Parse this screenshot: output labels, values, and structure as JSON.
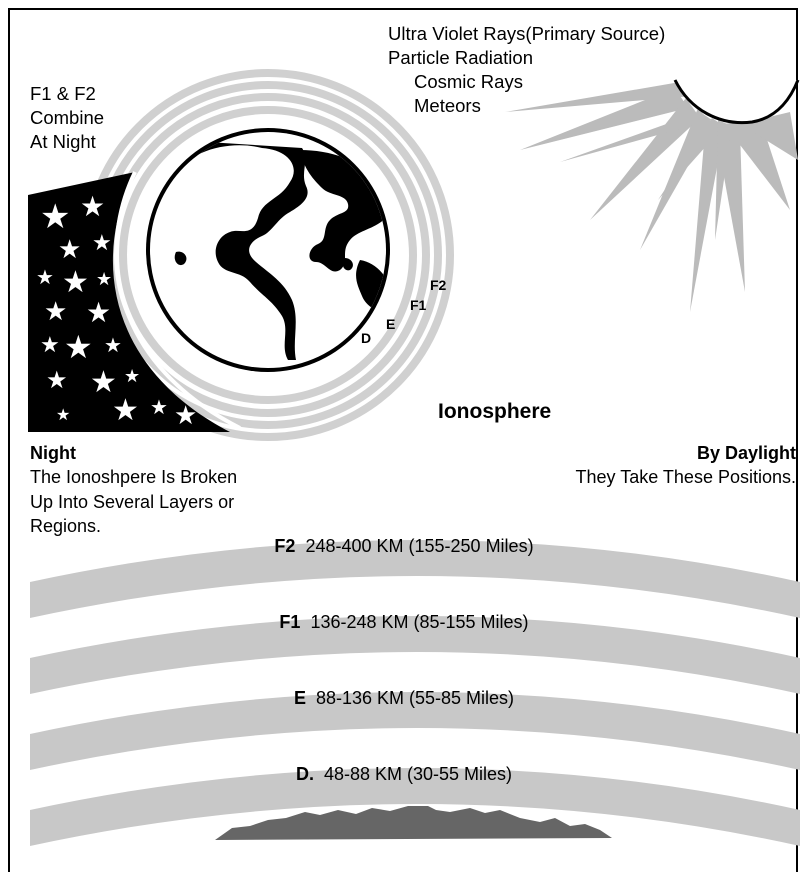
{
  "radiation_sources": [
    "Ultra Violet Rays(Primary Source)",
    "Particle Radiation",
    "Cosmic Rays",
    "Meteors"
  ],
  "night_combine": [
    "F1 & F2",
    "Combine",
    "At Night"
  ],
  "layer_markers": [
    "D",
    "E",
    "F1",
    "F2"
  ],
  "title": "Ionosphere",
  "night": {
    "heading": "Night",
    "lines": [
      "The Ionoshpere Is Broken",
      "Up Into Several Layers or",
      "Regions."
    ]
  },
  "daylight": {
    "heading": "By Daylight",
    "line": "They Take These Positions."
  },
  "bands": [
    {
      "name": "F2",
      "range": "248-400 KM (155-250 Miles)"
    },
    {
      "name": "F1",
      "range": "136-248 KM (85-155 Miles)"
    },
    {
      "name": "E",
      "range": "88-136 KM (55-85 Miles)"
    },
    {
      "name": "D.",
      "range": "48-88 KM (30-55 Miles)"
    }
  ],
  "colors": {
    "band": "#c8c8c8",
    "ring": "#d0d0d0",
    "sun": "#bbbbbb",
    "mountain": "#666666",
    "ink": "#000000"
  }
}
